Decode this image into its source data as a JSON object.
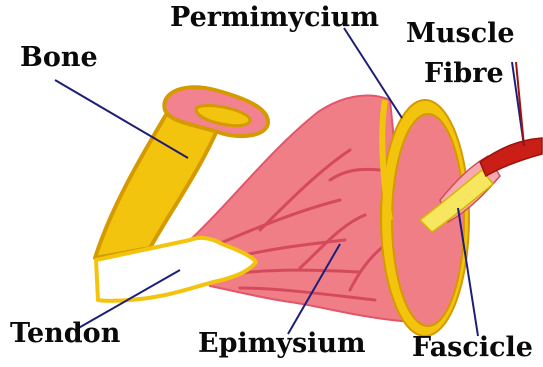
{
  "labels": {
    "bone": "Bone",
    "perimysium": "Permimycium",
    "muscle_fibre_line1": "Muscle",
    "muscle_fibre_line2": "Fibre",
    "tendon": "Tendon",
    "epimysium": "Epimysium",
    "fascicle": "Fascicle"
  },
  "colors": {
    "bone": "#f2c40e",
    "bone_outline": "#d49a00",
    "bone_end": "#f2828f",
    "muscle": "#f07e87",
    "muscle_streak": "#d44a5c",
    "sheath": "#f2c40e",
    "tendon": "#ffffff",
    "tendon_outline": "#f2c40e",
    "fascicle": "#f7e660",
    "fascicle_sheath": "#f7a9b0",
    "fibre": "#c91f16",
    "leader_line": "#1e1e78"
  }
}
